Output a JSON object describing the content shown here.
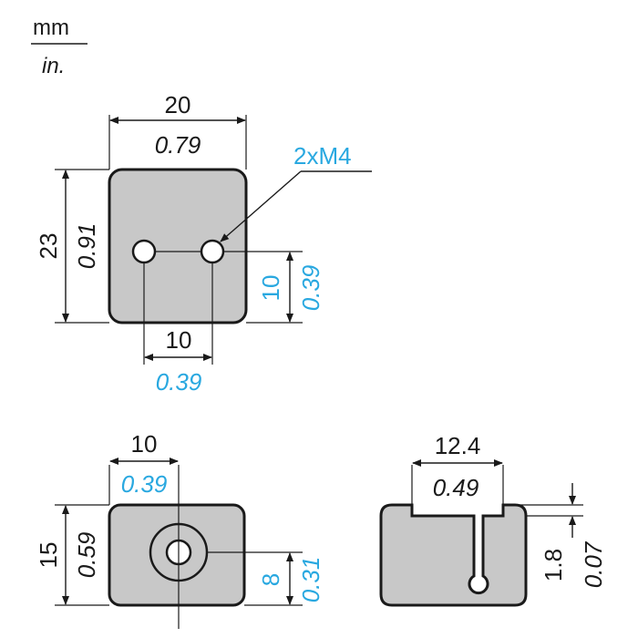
{
  "units": {
    "metric": "mm",
    "imperial": "in."
  },
  "top_view": {
    "width_mm": "20",
    "width_in": "0.79",
    "height_mm": "23",
    "height_in": "0.91",
    "thread_label": "2xM4",
    "hole_spacing_mm": "10",
    "hole_spacing_in": "0.39",
    "hole_height_mm": "10",
    "hole_height_in": "0.39"
  },
  "front_view": {
    "offset_mm": "10",
    "offset_in": "0.39",
    "height_mm": "15",
    "height_in": "0.59",
    "hole_height_mm": "8",
    "hole_height_in": "0.31"
  },
  "side_view": {
    "slot_width_mm": "12.4",
    "slot_width_in": "0.49",
    "lip_mm": "1.8",
    "lip_in": "0.07"
  },
  "colors": {
    "accent": "#29a8e0",
    "body": "#c8c8c8",
    "line": "#1a1a1a"
  }
}
